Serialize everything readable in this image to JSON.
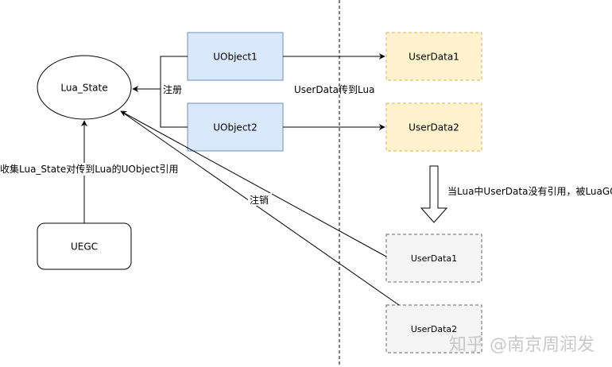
{
  "nodes": {
    "lua_state": "Lua_State",
    "uobject1": "UObject1",
    "uobject2": "UObject2",
    "userdata1": "UserData1",
    "userdata2": "UserData2",
    "userdata1_gc": "UserData1",
    "userdata2_gc": "UserData2",
    "uegc": "UEGC"
  },
  "labels": {
    "register": "注册",
    "pass_userdata": "UserData传到Lua",
    "gc_note": "当Lua中UserData没有引用，被LuaGC",
    "unregister": "注销",
    "collect": "收集Lua_State对传到Lua的UObject引用"
  },
  "watermark": "知乎 @南京周润发",
  "colors": {
    "uobject_fill": "#dae8fc",
    "uobject_stroke": "#6c8ebf",
    "userdata_fill": "#fff2cc",
    "userdata_stroke": "#d6b656",
    "gc_fill": "#f5f5f5",
    "gc_stroke": "#666666"
  }
}
